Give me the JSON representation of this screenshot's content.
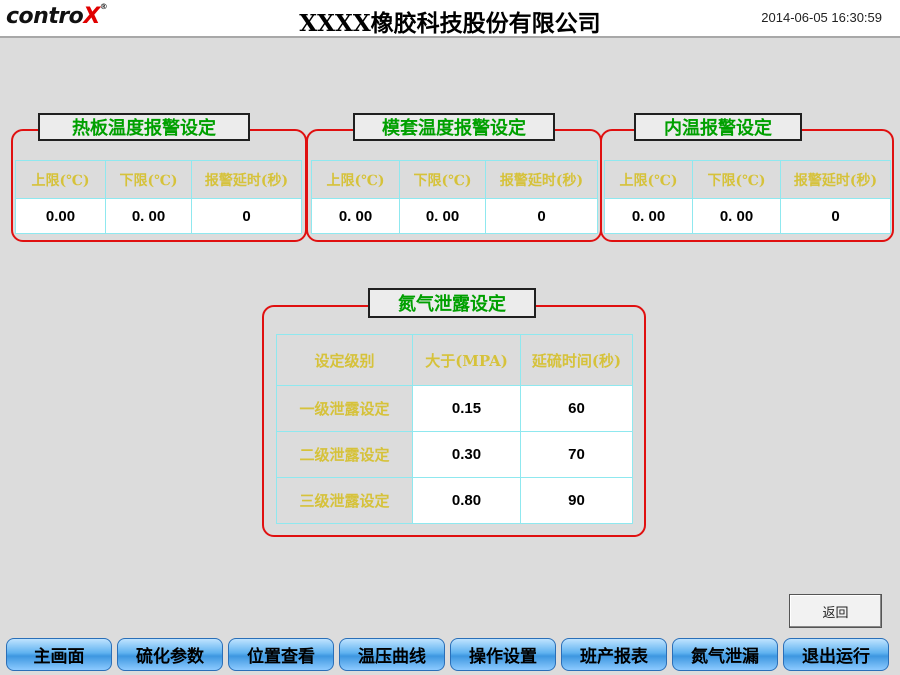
{
  "header": {
    "logo_main": "contro",
    "logo_x": "X",
    "logo_reg": "®",
    "company": "XXXX橡胶科技股份有限公司",
    "datetime": "2014-06-05 16:30:59"
  },
  "alarm_groups": [
    {
      "title": "热板温度报警设定",
      "headers": [
        "上限(℃)",
        "下限(℃)",
        "报警延时(秒)"
      ],
      "values": [
        "0.00",
        "0. 00",
        "0"
      ]
    },
    {
      "title": "模套温度报警设定",
      "headers": [
        "上限(℃)",
        "下限(℃)",
        "报警延时(秒)"
      ],
      "values": [
        "0. 00",
        "0. 00",
        "0"
      ]
    },
    {
      "title": "内温报警设定",
      "headers": [
        "上限(℃)",
        "下限(℃)",
        "报警延时(秒)"
      ],
      "values": [
        "0. 00",
        "0. 00",
        "0"
      ]
    }
  ],
  "nitrogen": {
    "title": "氮气泄露设定",
    "headers": [
      "设定级别",
      "大于(MPA)",
      "延硫时间(秒)"
    ],
    "rows": [
      {
        "level": "一级泄露设定",
        "pressure": "0.15",
        "delay": "60"
      },
      {
        "level": "二级泄露设定",
        "pressure": "0.30",
        "delay": "70"
      },
      {
        "level": "三级泄露设定",
        "pressure": "0.80",
        "delay": "90"
      }
    ]
  },
  "back_button": "返回",
  "nav": [
    "主画面",
    "硫化参数",
    "位置查看",
    "温压曲线",
    "操作设置",
    "班产报表",
    "氮气泄漏",
    "退出运行"
  ],
  "colors": {
    "group_border": "#e01010",
    "group_title": "#00a000",
    "header_text": "#d6c23a",
    "cell_border": "#8fe8ef",
    "nav_blue": "#3d97e0"
  }
}
